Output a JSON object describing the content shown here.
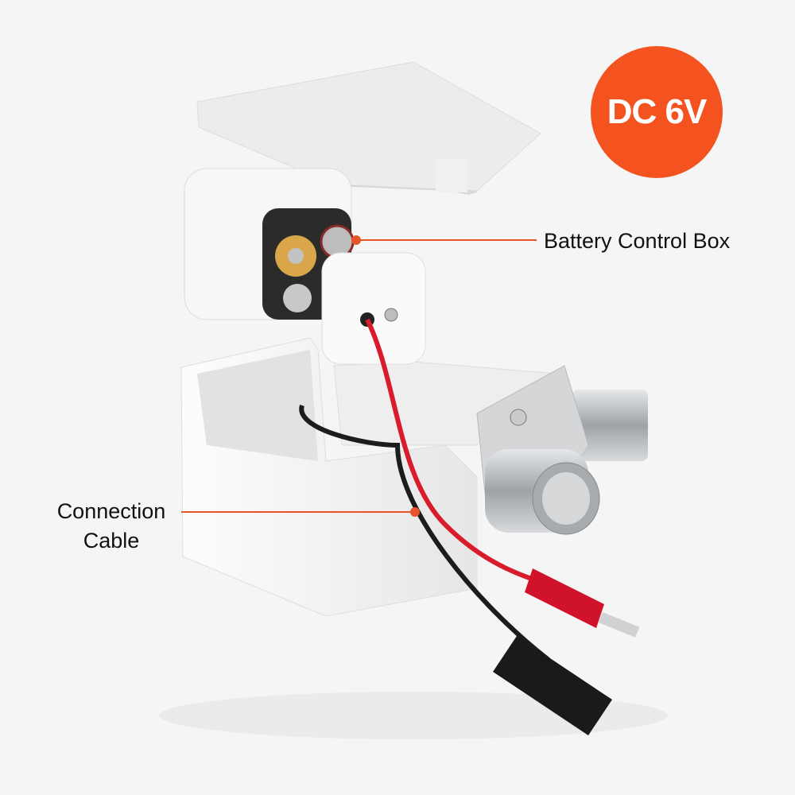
{
  "badge": {
    "text": "DC 6V",
    "color": "#f4531f"
  },
  "callouts": {
    "battery_box": "Battery Control Box",
    "cable_line1": "Connection",
    "cable_line2": "Cable",
    "line_color": "#e8542a"
  }
}
